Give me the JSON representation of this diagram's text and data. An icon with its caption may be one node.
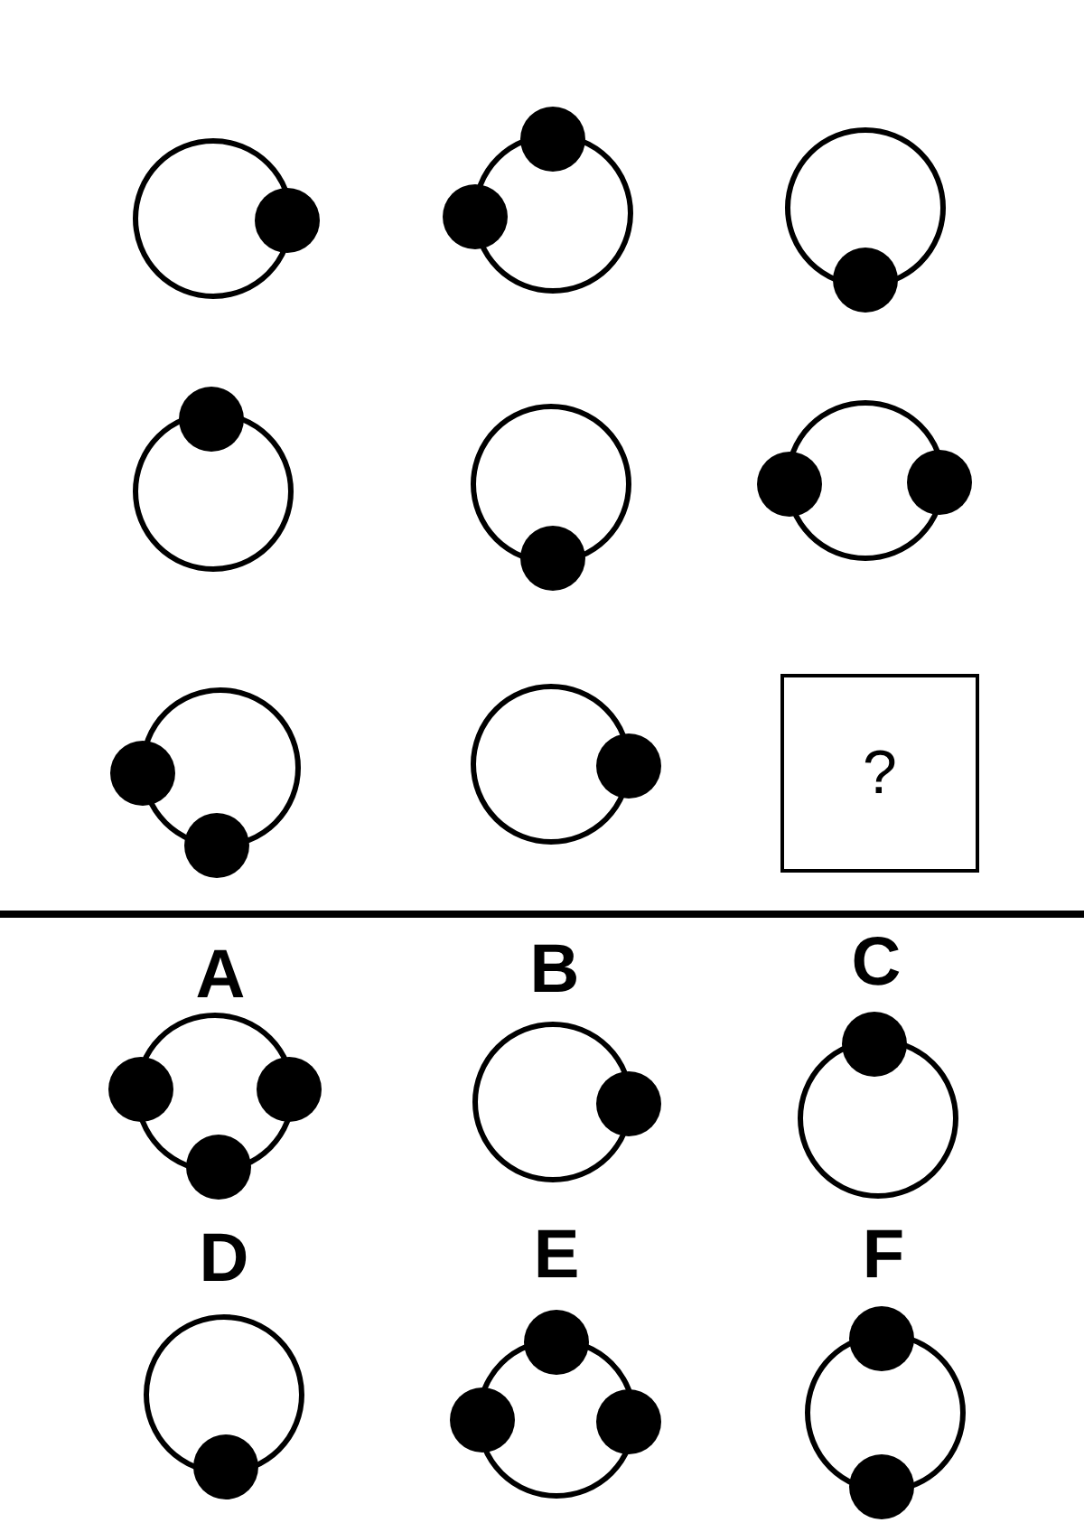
{
  "diagram": {
    "nodes": [
      {
        "text": [
          "?"
        ]
      }
    ],
    "labels": [
      "A",
      "B",
      "C",
      "D",
      "E",
      "F"
    ]
  }
}
